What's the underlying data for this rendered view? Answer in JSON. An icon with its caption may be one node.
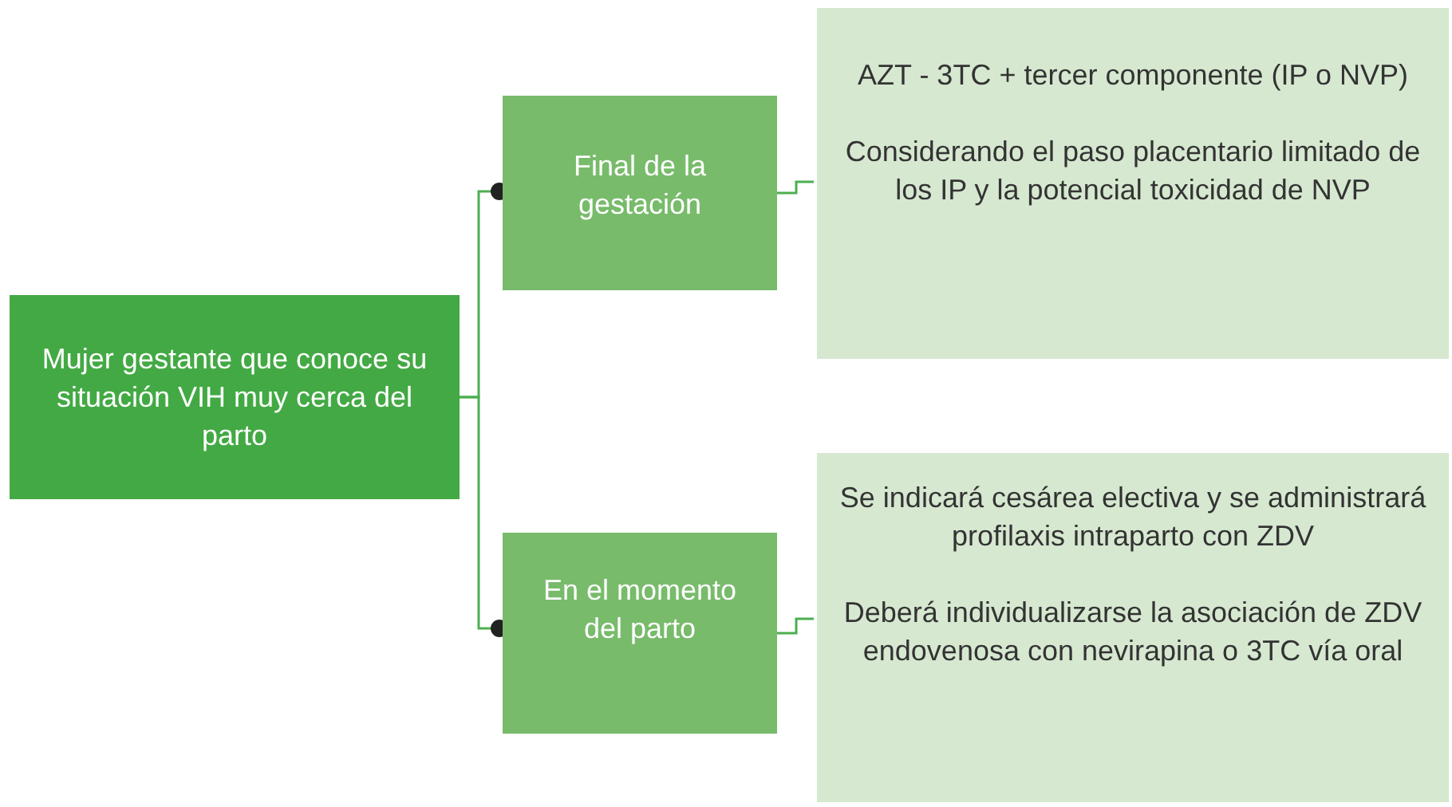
{
  "diagram": {
    "nodes": [
      {
        "text": [
          "Mujer gestante que conoce su situación VIH muy cerca del parto"
        ]
      },
      {
        "text": [
          "Final de la gestación"
        ]
      },
      {
        "text": [
          "En el momento del parto"
        ]
      },
      {
        "text": [
          "AZT - 3TC + tercer componente (IP o NVP)",
          "Considerando el paso placentario limitado de los IP y la potencial toxicidad de NVP"
        ]
      },
      {
        "text": [
          "Se indicará cesárea electiva y se administrará profilaxis intraparto con ZDV",
          "Deberá individualizarse la asociación de ZDV endovenosa con nevirapina o 3TC vía oral"
        ]
      }
    ],
    "edges": [
      {
        "from": 0,
        "to": 1,
        "arrow": "other"
      },
      {
        "from": 0,
        "to": 2,
        "arrow": "other"
      },
      {
        "from": 1,
        "to": 3,
        "arrow": "none"
      },
      {
        "from": 2,
        "to": 4,
        "arrow": "none"
      }
    ]
  }
}
